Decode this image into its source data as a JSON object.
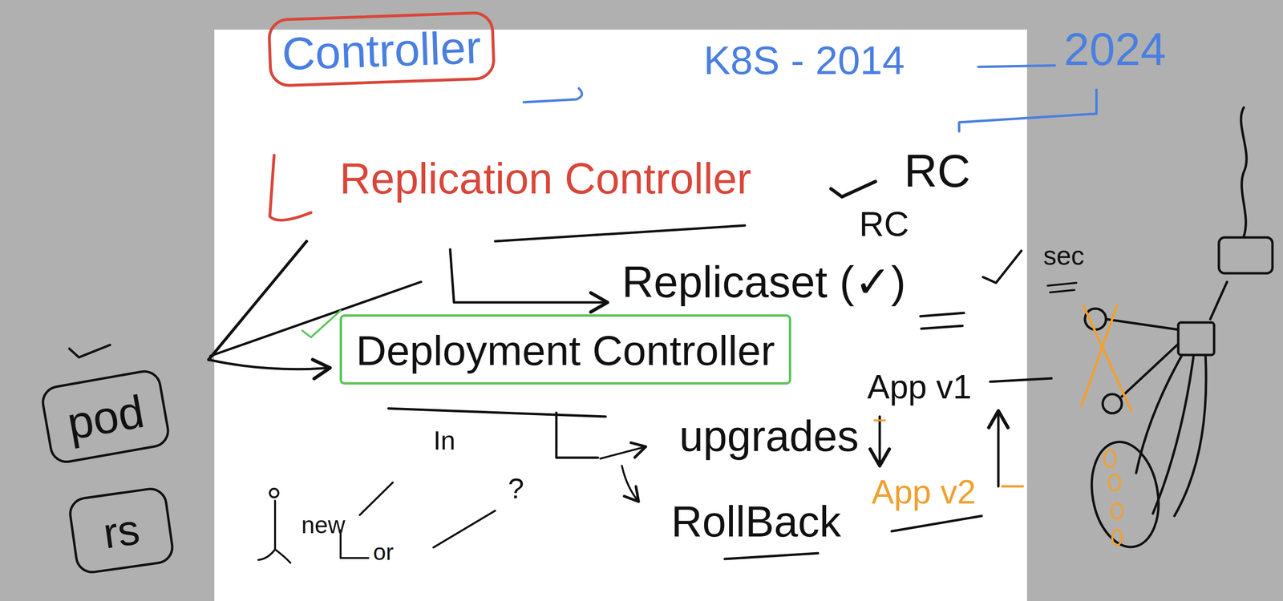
{
  "diagram": {
    "nodes": [
      {
        "text": [
          "Controller"
        ]
      },
      {
        "text": [
          "Deployment Controller"
        ]
      },
      {
        "text": [
          "pod"
        ]
      },
      {
        "text": [
          "rs"
        ]
      }
    ],
    "labels": [
      "K8S - 2014",
      "2024",
      "Replication Controller",
      "RC",
      "RC",
      "Replicaset (✓)",
      "sec",
      "App v1",
      "upgrades",
      "App v2",
      "In",
      "RollBack",
      "new",
      "?",
      "or"
    ]
  }
}
